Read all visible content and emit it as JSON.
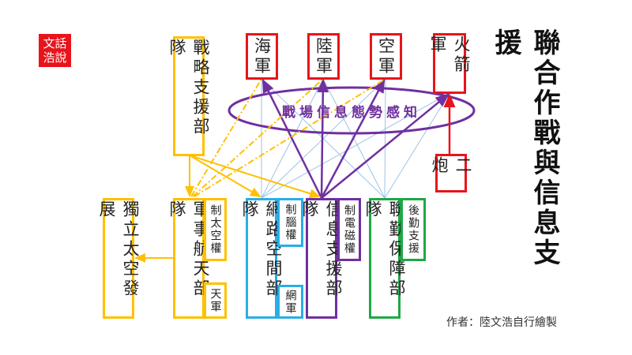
{
  "logo": "文話\n浩說",
  "title": "聯合作戰與信息支援",
  "author": "作者：陸文浩自行繪製",
  "ellipse_label": "戰場信息態勢感知",
  "top": {
    "navy": "海軍",
    "army": "陸軍",
    "airforce": "空軍",
    "rocket": "火箭軍",
    "second_artillery": "二炮",
    "ssf": "戰略支援部隊"
  },
  "bottom": {
    "space_indep": "獨立太空發展",
    "aerospace": "軍事航天部隊",
    "space_control": "制太空權",
    "space_army": "天軍",
    "cyber": "網路空間部隊",
    "brain_control": "制腦權",
    "cyber_army": "網軍",
    "info": "信息支援部隊",
    "em_control": "制電磁權",
    "logistics": "聯勤保障部隊",
    "log_support": "後勤支援"
  },
  "colors": {
    "red": "#e8141b",
    "orange": "#ffc000",
    "blue": "#29aee6",
    "purple": "#7030a0",
    "green": "#1fa846"
  }
}
